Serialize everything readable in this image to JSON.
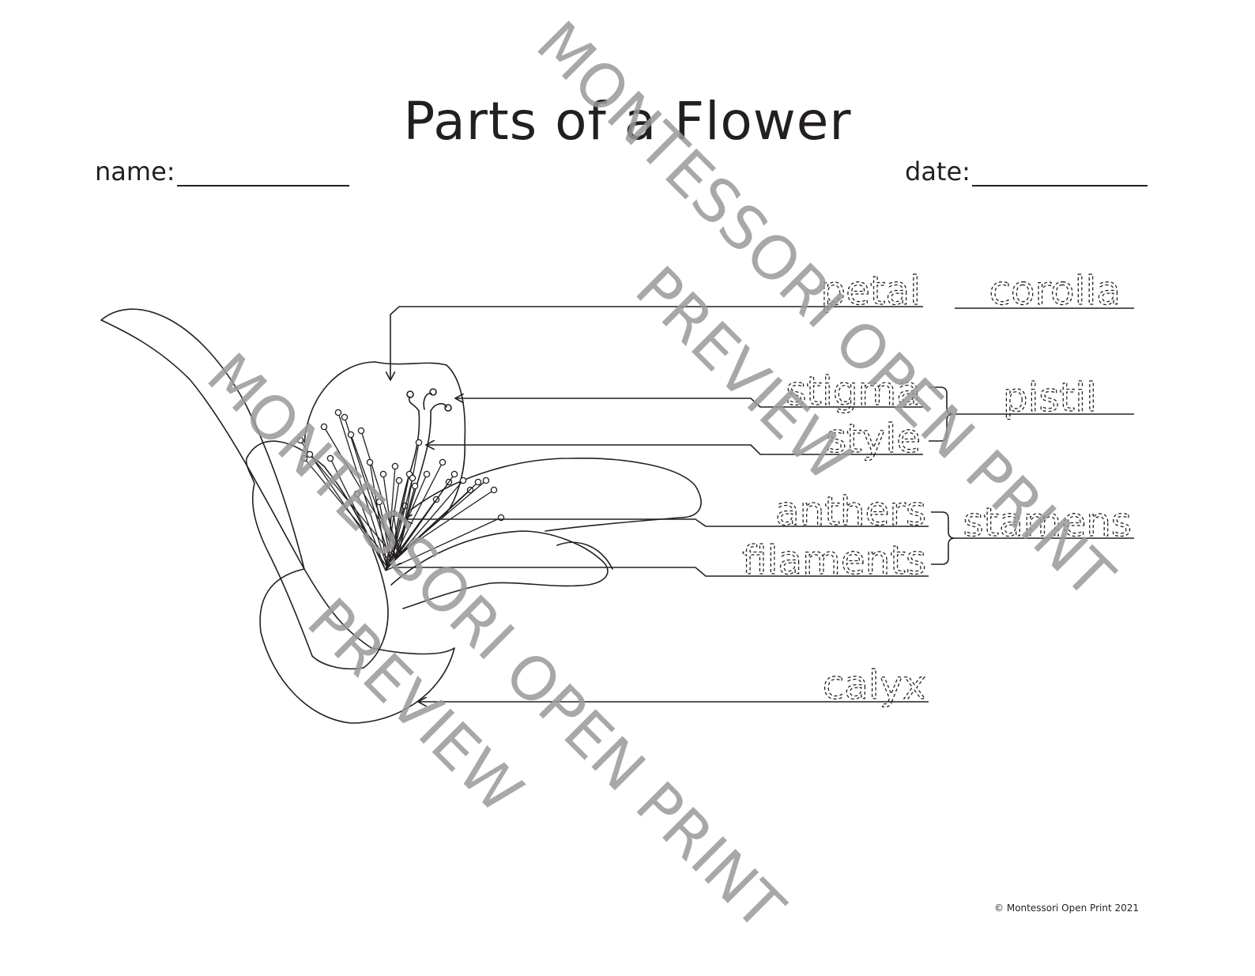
{
  "page": {
    "title": "Parts of a Flower",
    "name_label": "name:",
    "date_label": "date:",
    "copyright": "© Montessori Open Print 2021"
  },
  "labels": {
    "petal": "petal",
    "corolla": "corolla",
    "stigma": "stigma",
    "style": "style",
    "pistil": "pistil",
    "anthers": "anthers",
    "filaments": "filaments",
    "stamens": "stamens",
    "calyx": "calyx"
  },
  "watermark": {
    "line1": "MONTESSORI OPEN PRINT",
    "line2": "PREVIEW"
  },
  "colors": {
    "ink": "#231f20",
    "watermark": "#9a9a9a"
  }
}
